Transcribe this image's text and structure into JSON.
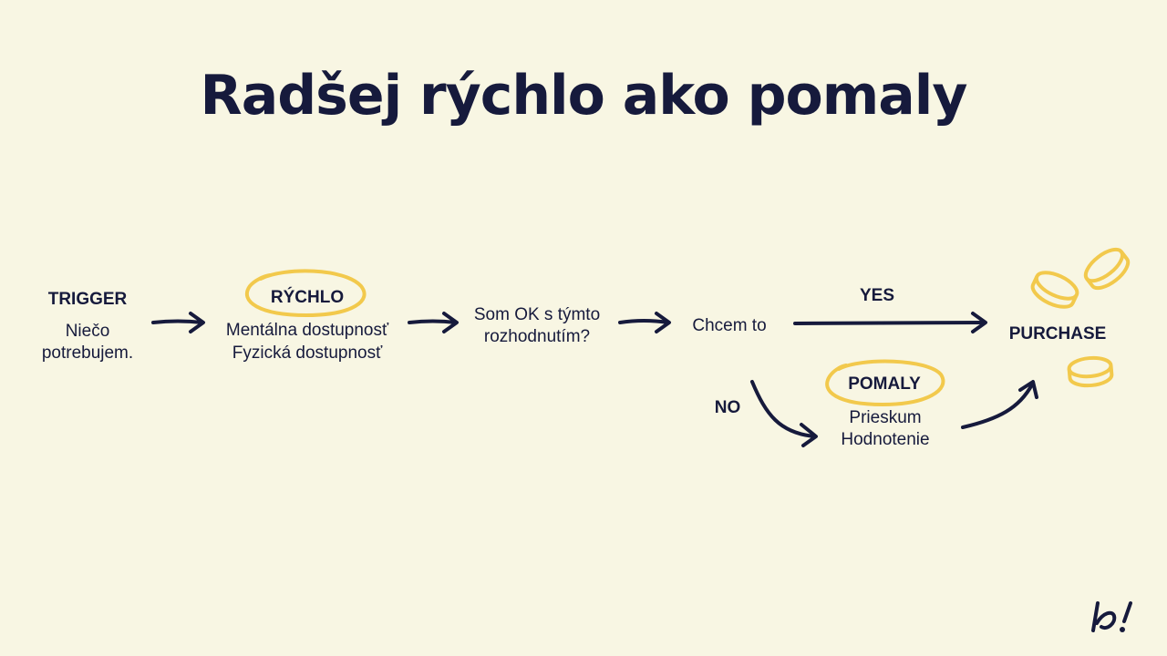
{
  "title": "Radšej rýchlo ako pomaly",
  "trigger": {
    "heading": "TRIGGER",
    "line1": "Niečo",
    "line2": "potrebujem."
  },
  "fast": {
    "heading": "RÝCHLO",
    "line1": "Mentálna dostupnosť",
    "line2": "Fyzická dostupnosť"
  },
  "decision": {
    "line1": "Som OK s týmto",
    "line2": "rozhodnutím?"
  },
  "want": {
    "label": "Chcem to"
  },
  "yes": {
    "label": "YES"
  },
  "no": {
    "label": "NO"
  },
  "slow": {
    "heading": "POMALY",
    "line1": "Prieskum",
    "line2": "Hodnotenie"
  },
  "purchase": {
    "label": "PURCHASE"
  },
  "colors": {
    "navy": "#161a3c",
    "accent_yellow": "#f2c94c",
    "background": "#f8f6e3"
  },
  "icons": [
    "arrow-icon",
    "highlight-circle",
    "coin-icon",
    "brand-logo"
  ]
}
